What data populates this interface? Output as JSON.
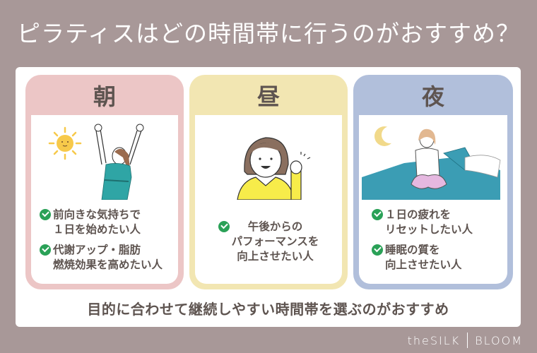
{
  "title": "ピラティスはどの時間帯に行うのがおすすめ？",
  "cards": [
    {
      "label": "朝",
      "color": "#ecc6c6",
      "illustration": "woman-stretching-with-sun",
      "points": [
        "前向きな気持ちで\n１日を始めたい人",
        "代謝アップ・脂肪\n燃焼効果を高めたい人"
      ]
    },
    {
      "label": "昼",
      "color": "#f2e6b2",
      "illustration": "woman-fist-pump",
      "points": [
        "午後からの\nパフォーマンスを\n向上させたい人"
      ]
    },
    {
      "label": "夜",
      "color": "#b1bfdb",
      "illustration": "woman-sitting-on-bed-with-moon",
      "points": [
        "１日の疲れを\nリセットしたい人",
        "睡眠の質を\n向上させたい人"
      ]
    }
  ],
  "footer_message": "目的に合わせて継続しやすい時間帯を選ぶのがおすすめ",
  "logo": {
    "left": "theSILK",
    "right": "BLOOM"
  },
  "colors": {
    "background": "#a89898",
    "check": "#2aa157",
    "text": "#5e5450"
  }
}
